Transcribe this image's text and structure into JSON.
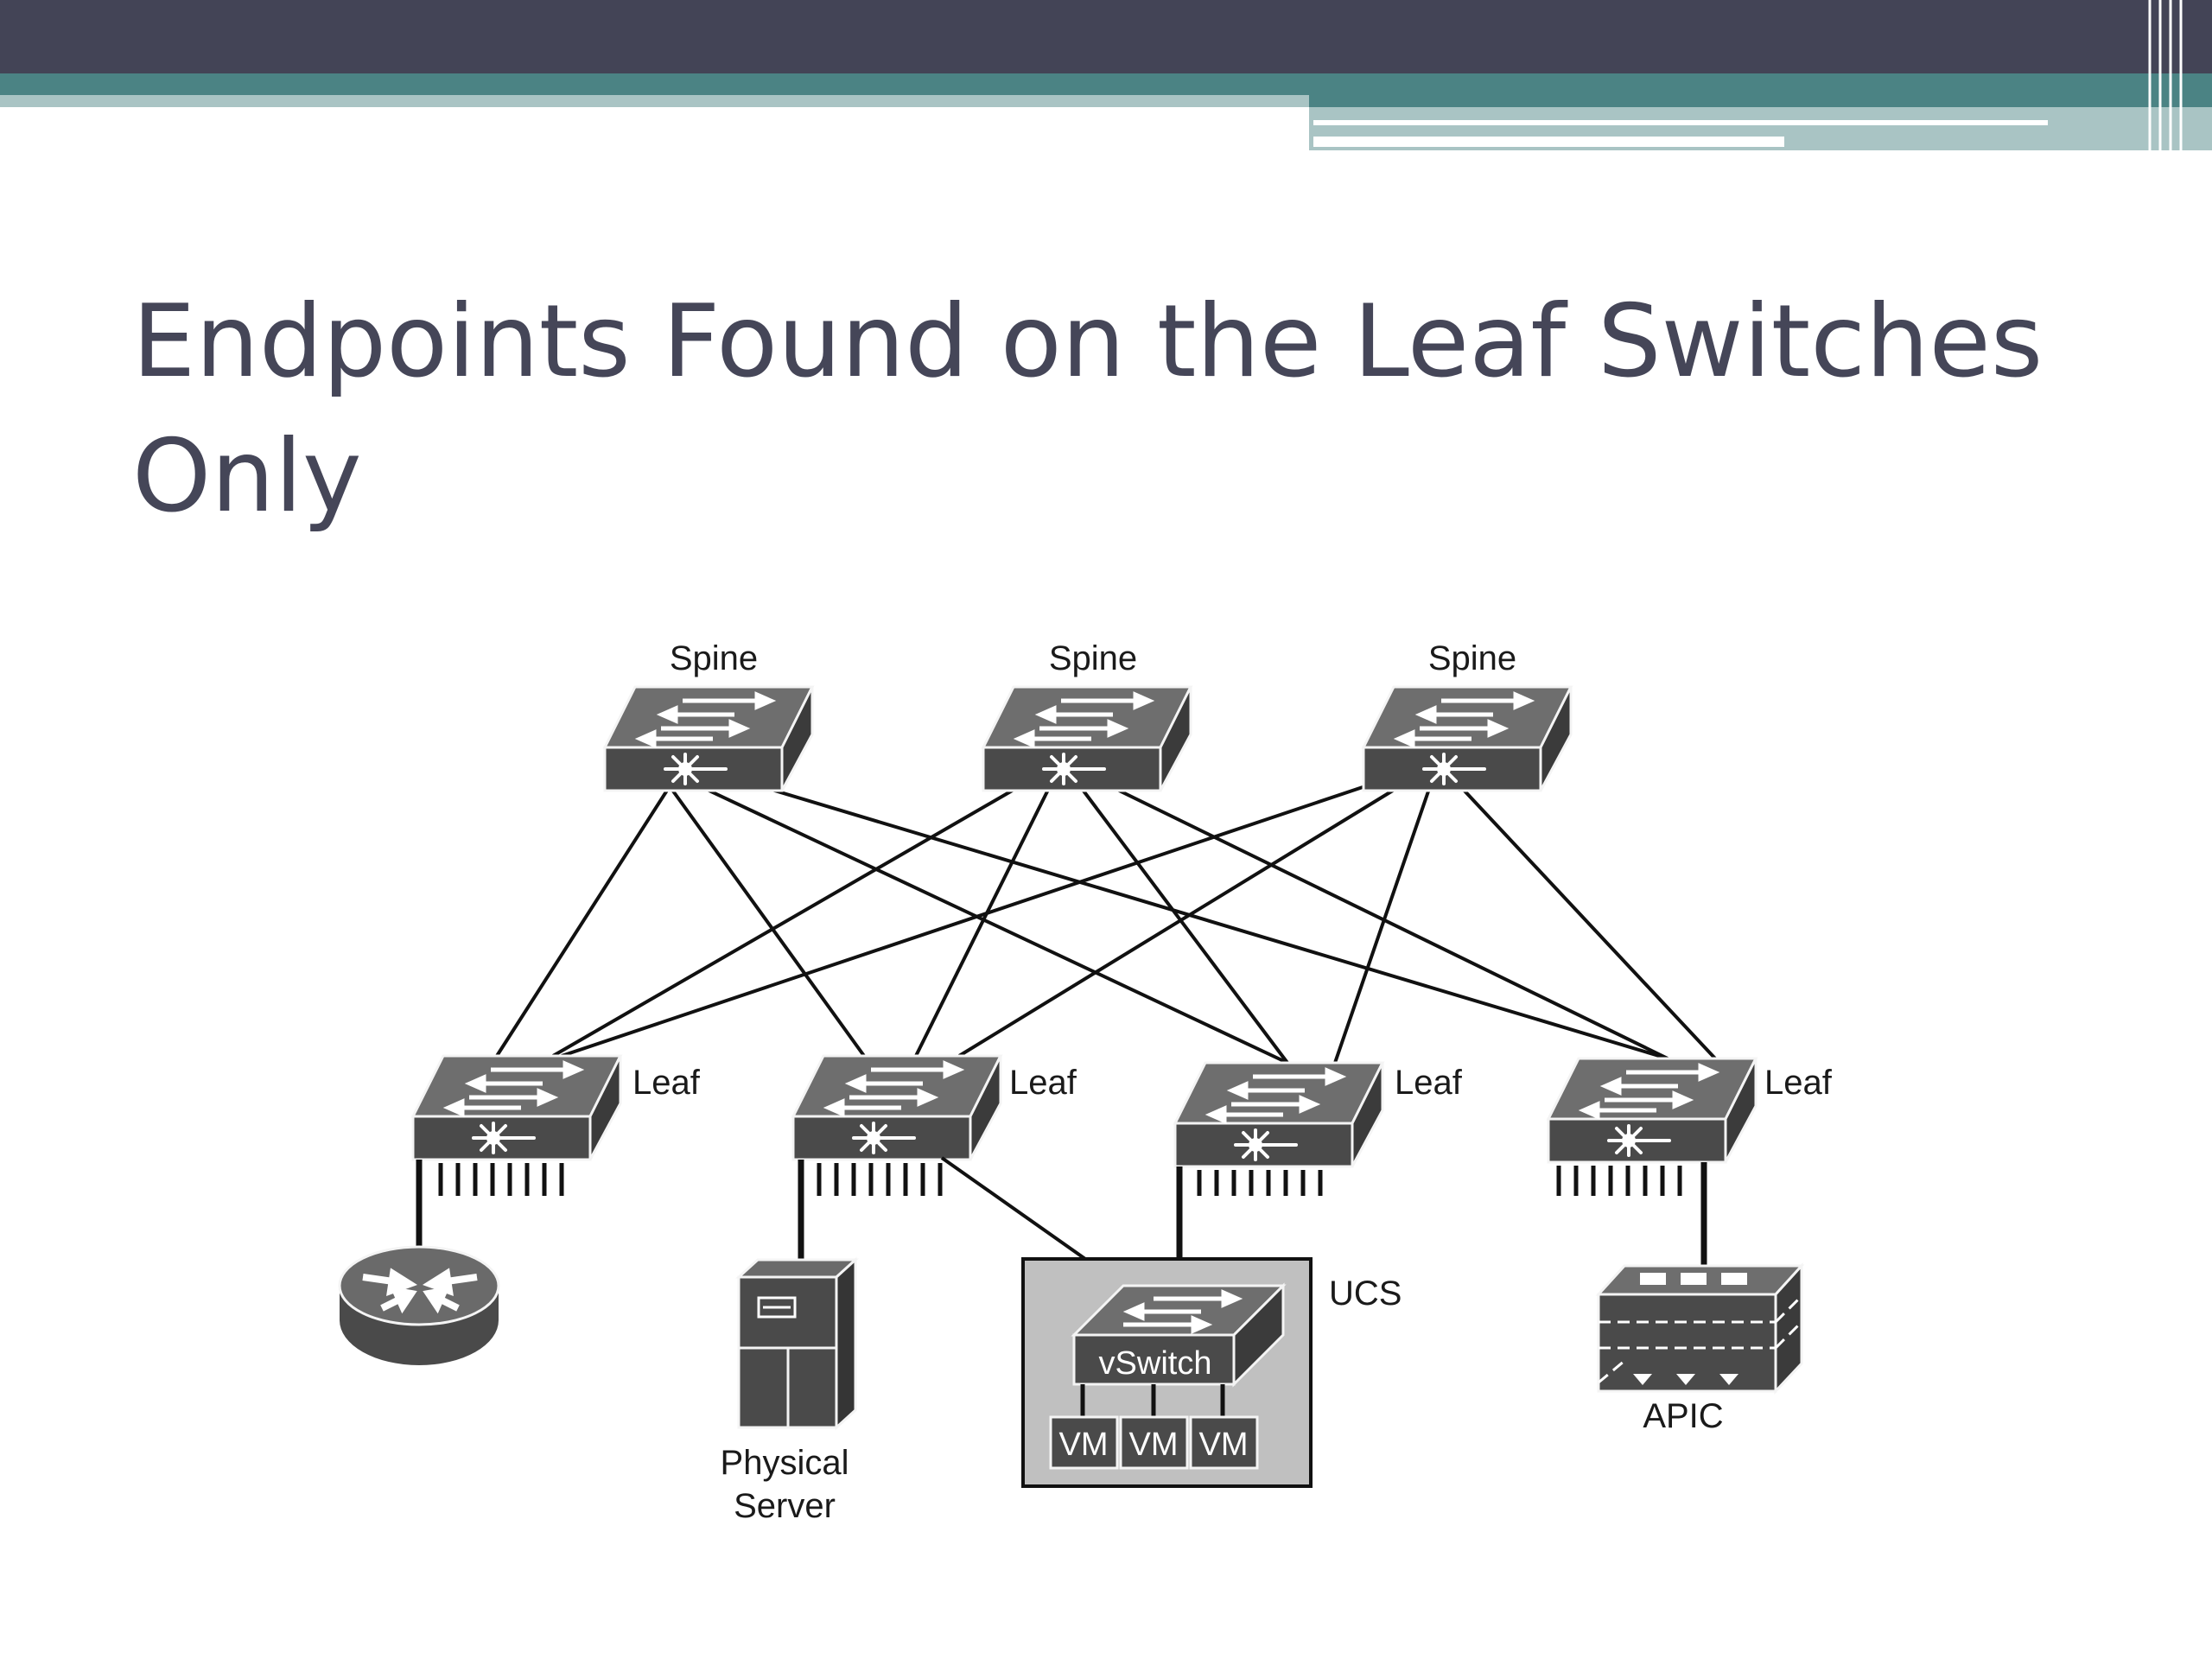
{
  "slide": {
    "title_line1": "Endpoints Found on the Leaf Switches",
    "title_line2": "Only"
  },
  "diagram": {
    "spines": [
      {
        "label": "Spine"
      },
      {
        "label": "Spine"
      },
      {
        "label": "Spine"
      }
    ],
    "leaves": [
      {
        "label": "Leaf"
      },
      {
        "label": "Leaf"
      },
      {
        "label": "Leaf"
      },
      {
        "label": "Leaf"
      }
    ],
    "endpoints": {
      "physical_server_line1": "Physical",
      "physical_server_line2": "Server",
      "ucs_label": "UCS",
      "vswitch_label": "vSwitch",
      "vm_labels": [
        "VM",
        "VM",
        "VM"
      ],
      "apic_label": "APIC"
    },
    "icons": [
      "router-icon",
      "server-icon",
      "vswitch-icon",
      "apic-appliance-icon",
      "switch-icon"
    ]
  },
  "colors": {
    "header_dark": "#434456",
    "header_teal": "#4b8384",
    "header_light": "#a9c4c4",
    "title": "#454658",
    "device_dark": "#4a4a4a",
    "device_top": "#6e6e6e",
    "ucs_fill": "#c0c0c0"
  }
}
